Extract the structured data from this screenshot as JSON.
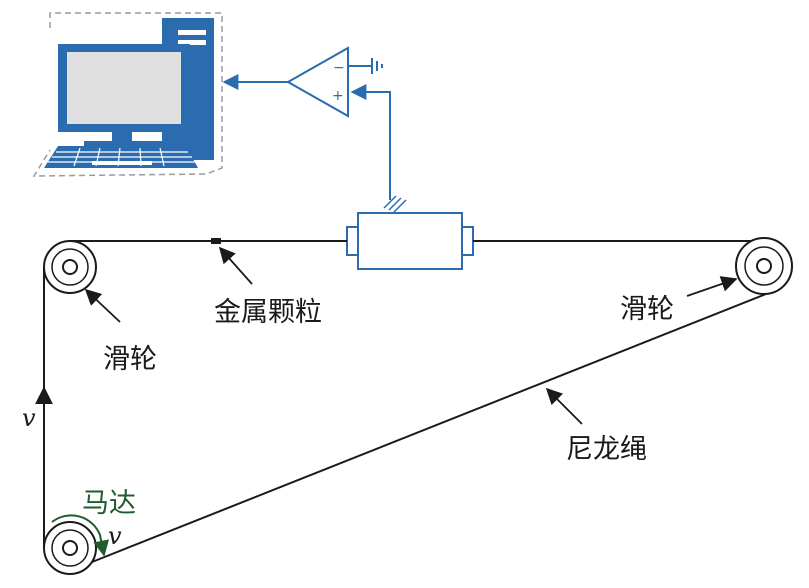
{
  "labels": {
    "metal_particle": "金属颗粒",
    "pulley_left": "滑轮",
    "pulley_right": "滑轮",
    "nylon_rope": "尼龙绳",
    "motor": "马达",
    "velocity_left": "v",
    "velocity_motor": "v"
  },
  "amplifier": {
    "minus": "−",
    "plus": "+"
  },
  "colors": {
    "equipment_blue": "#2b6cb0",
    "rope": "#1a1a1a",
    "motor_green": "#1f5c2e",
    "dashed_border": "#9a9a9a"
  },
  "icons": [
    "computer-icon",
    "amplifier-icon",
    "ground-icon",
    "pulley-icon",
    "sensor-icon"
  ]
}
